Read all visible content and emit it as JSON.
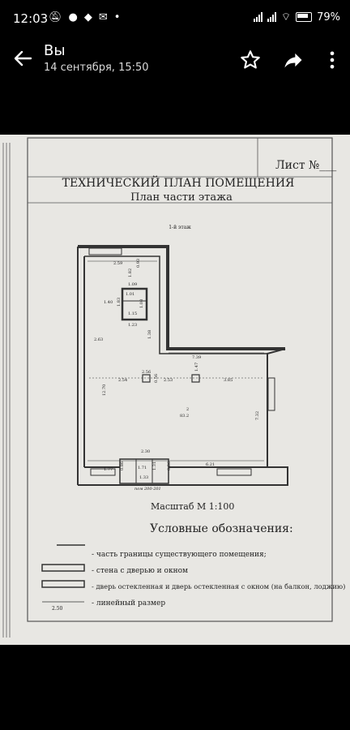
{
  "status_bar": {
    "time": "12:03",
    "battery": "79%"
  },
  "header": {
    "title": "Вы",
    "subtitle": "14 сентября, 15:50"
  },
  "document": {
    "sheet_label": "Лист №___",
    "title": "ТЕХНИЧЕСКИЙ ПЛАН ПОМЕЩЕНИЯ",
    "subtitle": "План части этажа",
    "floor": "1-й этаж",
    "dims": {
      "d259": "2.59",
      "d093": "0.93",
      "d182": "1.82",
      "d109": "1.09",
      "d140": "1.40",
      "d183": "1.83",
      "d101": "1.01",
      "d115": "1.15",
      "d108": "1.08",
      "d123": "1.23",
      "d263": "2.63",
      "d138": "1.38",
      "d739": "7.39",
      "d147": "1.47",
      "d256": "2.56",
      "d056": "0.56",
      "d254": "2.54",
      "d253": "2.53",
      "d385": "3.85",
      "d1270": "12.70",
      "d732": "7.32",
      "d230": "2.30",
      "d177": "1.77",
      "d086": "0.86",
      "d171": "1.71",
      "d131": "1.31",
      "d086b": "0.86",
      "d621": "6.21",
      "d133": "1.33"
    },
    "room_number": "2",
    "room_area": "83.2",
    "room_ref": "пом 200-201",
    "scale": "Масштаб М 1:100",
    "legend_title": "Условные обозначения:",
    "legend": [
      "- часть границы существующего помещения;",
      "- стена с дверью и окном",
      "- дверь остекленная и дверь остекленная с окном (на балкон, лоджию)",
      "- линейный размер"
    ],
    "legend_dim": "2.50"
  }
}
